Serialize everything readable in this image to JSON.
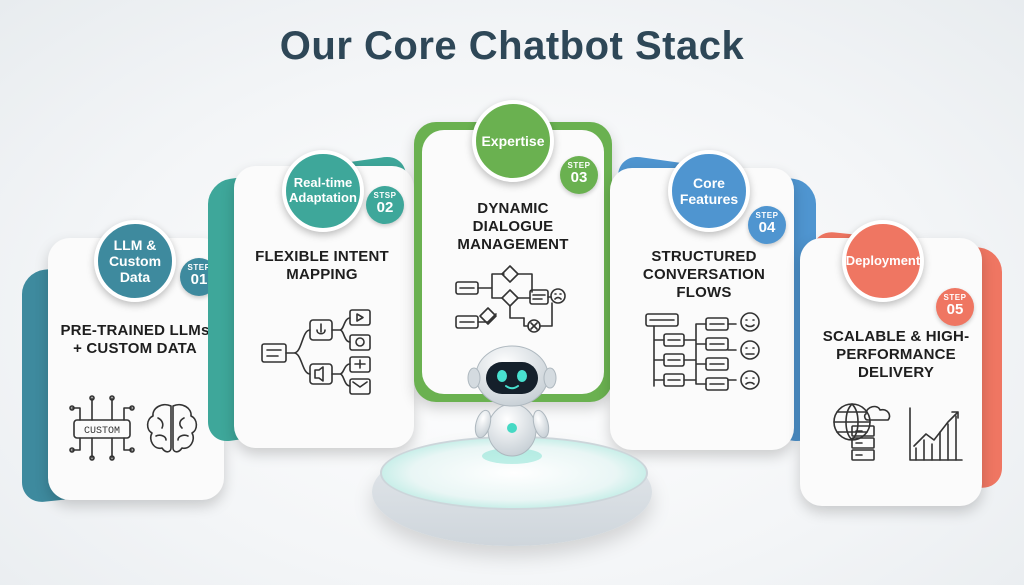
{
  "title": "Our Core Chatbot Stack",
  "colors": {
    "teal_dark": "#3e8a9e",
    "teal": "#3ea79a",
    "green": "#6ab150",
    "blue": "#4f95d0",
    "coral": "#ef7662",
    "title": "#2e4757"
  },
  "cards": [
    {
      "bubble": "LLM & Custom Data",
      "step_label": "STEP",
      "step_num": "01",
      "heading": "PRE-TRAINED LLMs + CUSTOM DATA",
      "icon_text": "CUSTOM"
    },
    {
      "bubble": "Real-time Adaptation",
      "step_label": "STSP",
      "step_num": "02",
      "heading": "FLEXIBLE INTENT MAPPING"
    },
    {
      "bubble": "Expertise",
      "step_label": "STEP",
      "step_num": "03",
      "heading": "DYNAMIC DIALOGUE MANAGEMENT"
    },
    {
      "bubble": "Core Features",
      "step_label": "STEP",
      "step_num": "04",
      "heading": "STRUCTURED CONVERSATION FLOWS"
    },
    {
      "bubble": "Deployment",
      "step_label": "STEP",
      "step_num": "05",
      "heading": "SCALABLE & HIGH-PERFORMANCE DELIVERY"
    }
  ]
}
